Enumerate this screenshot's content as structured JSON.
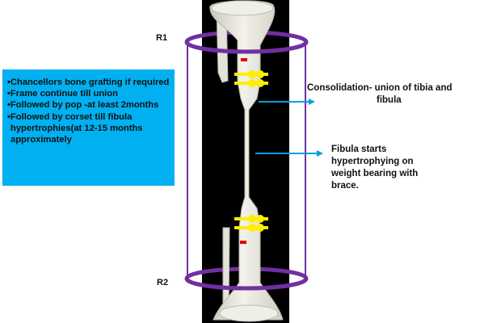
{
  "rings": {
    "top_label": "R1",
    "bottom_label": "R2"
  },
  "info_panel": {
    "items": [
      "Chancellors bone grafting  if required",
      "Frame continue till union",
      "Followed by pop  -at least 2months",
      "Followed by corset till  fibula hypertrophies(at  12-15 months approximately"
    ]
  },
  "annotations": {
    "consolidation_line1": "Consolidation-  union of tibia and",
    "consolidation_line2": "fibula",
    "fibula": "Fibula starts hypertrophying on weight bearing with brace."
  },
  "colors": {
    "ring": "#7030a0",
    "panel": "#00b0f0",
    "arrow": "#00a0e0",
    "clamp": "#ffee00",
    "marker": "#e00000",
    "bone": "#ecebe2",
    "xray_background": "#000000"
  }
}
